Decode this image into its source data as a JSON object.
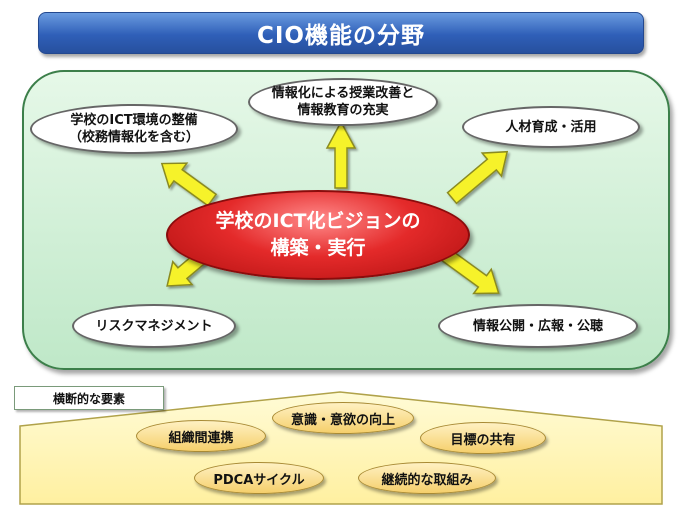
{
  "title": "CIO機能の分野",
  "center": {
    "line1": "学校のICT化ビジョンの",
    "line2": "構築・実行"
  },
  "outer_nodes": {
    "top_line1": "情報化による授業改善と",
    "top_line2": "情報教育の充実",
    "top_left_line1": "学校のICT環境の整備",
    "top_left_line2": "（校務情報化を含む）",
    "right_top": "人材育成・活用",
    "bottom_left": "リスクマネジメント",
    "bottom_right": "情報公開・広報・公聴"
  },
  "cross_cutting": {
    "label": "横断的な要素",
    "items": {
      "awareness": "意識・意欲の向上",
      "collaboration": "組織間連携",
      "shared_goals": "目標の共有",
      "pdca": "PDCAサイクル",
      "continuous": "継続的な取組み"
    }
  },
  "colors": {
    "title_bar": "#2f5fb8",
    "panel_fill": "#d4f0d8",
    "center_oval": "#e42a2a",
    "arrow_fill": "#f6f22a",
    "lower_area": "#fff6b8",
    "pill_fill": "#f5cf6b"
  }
}
